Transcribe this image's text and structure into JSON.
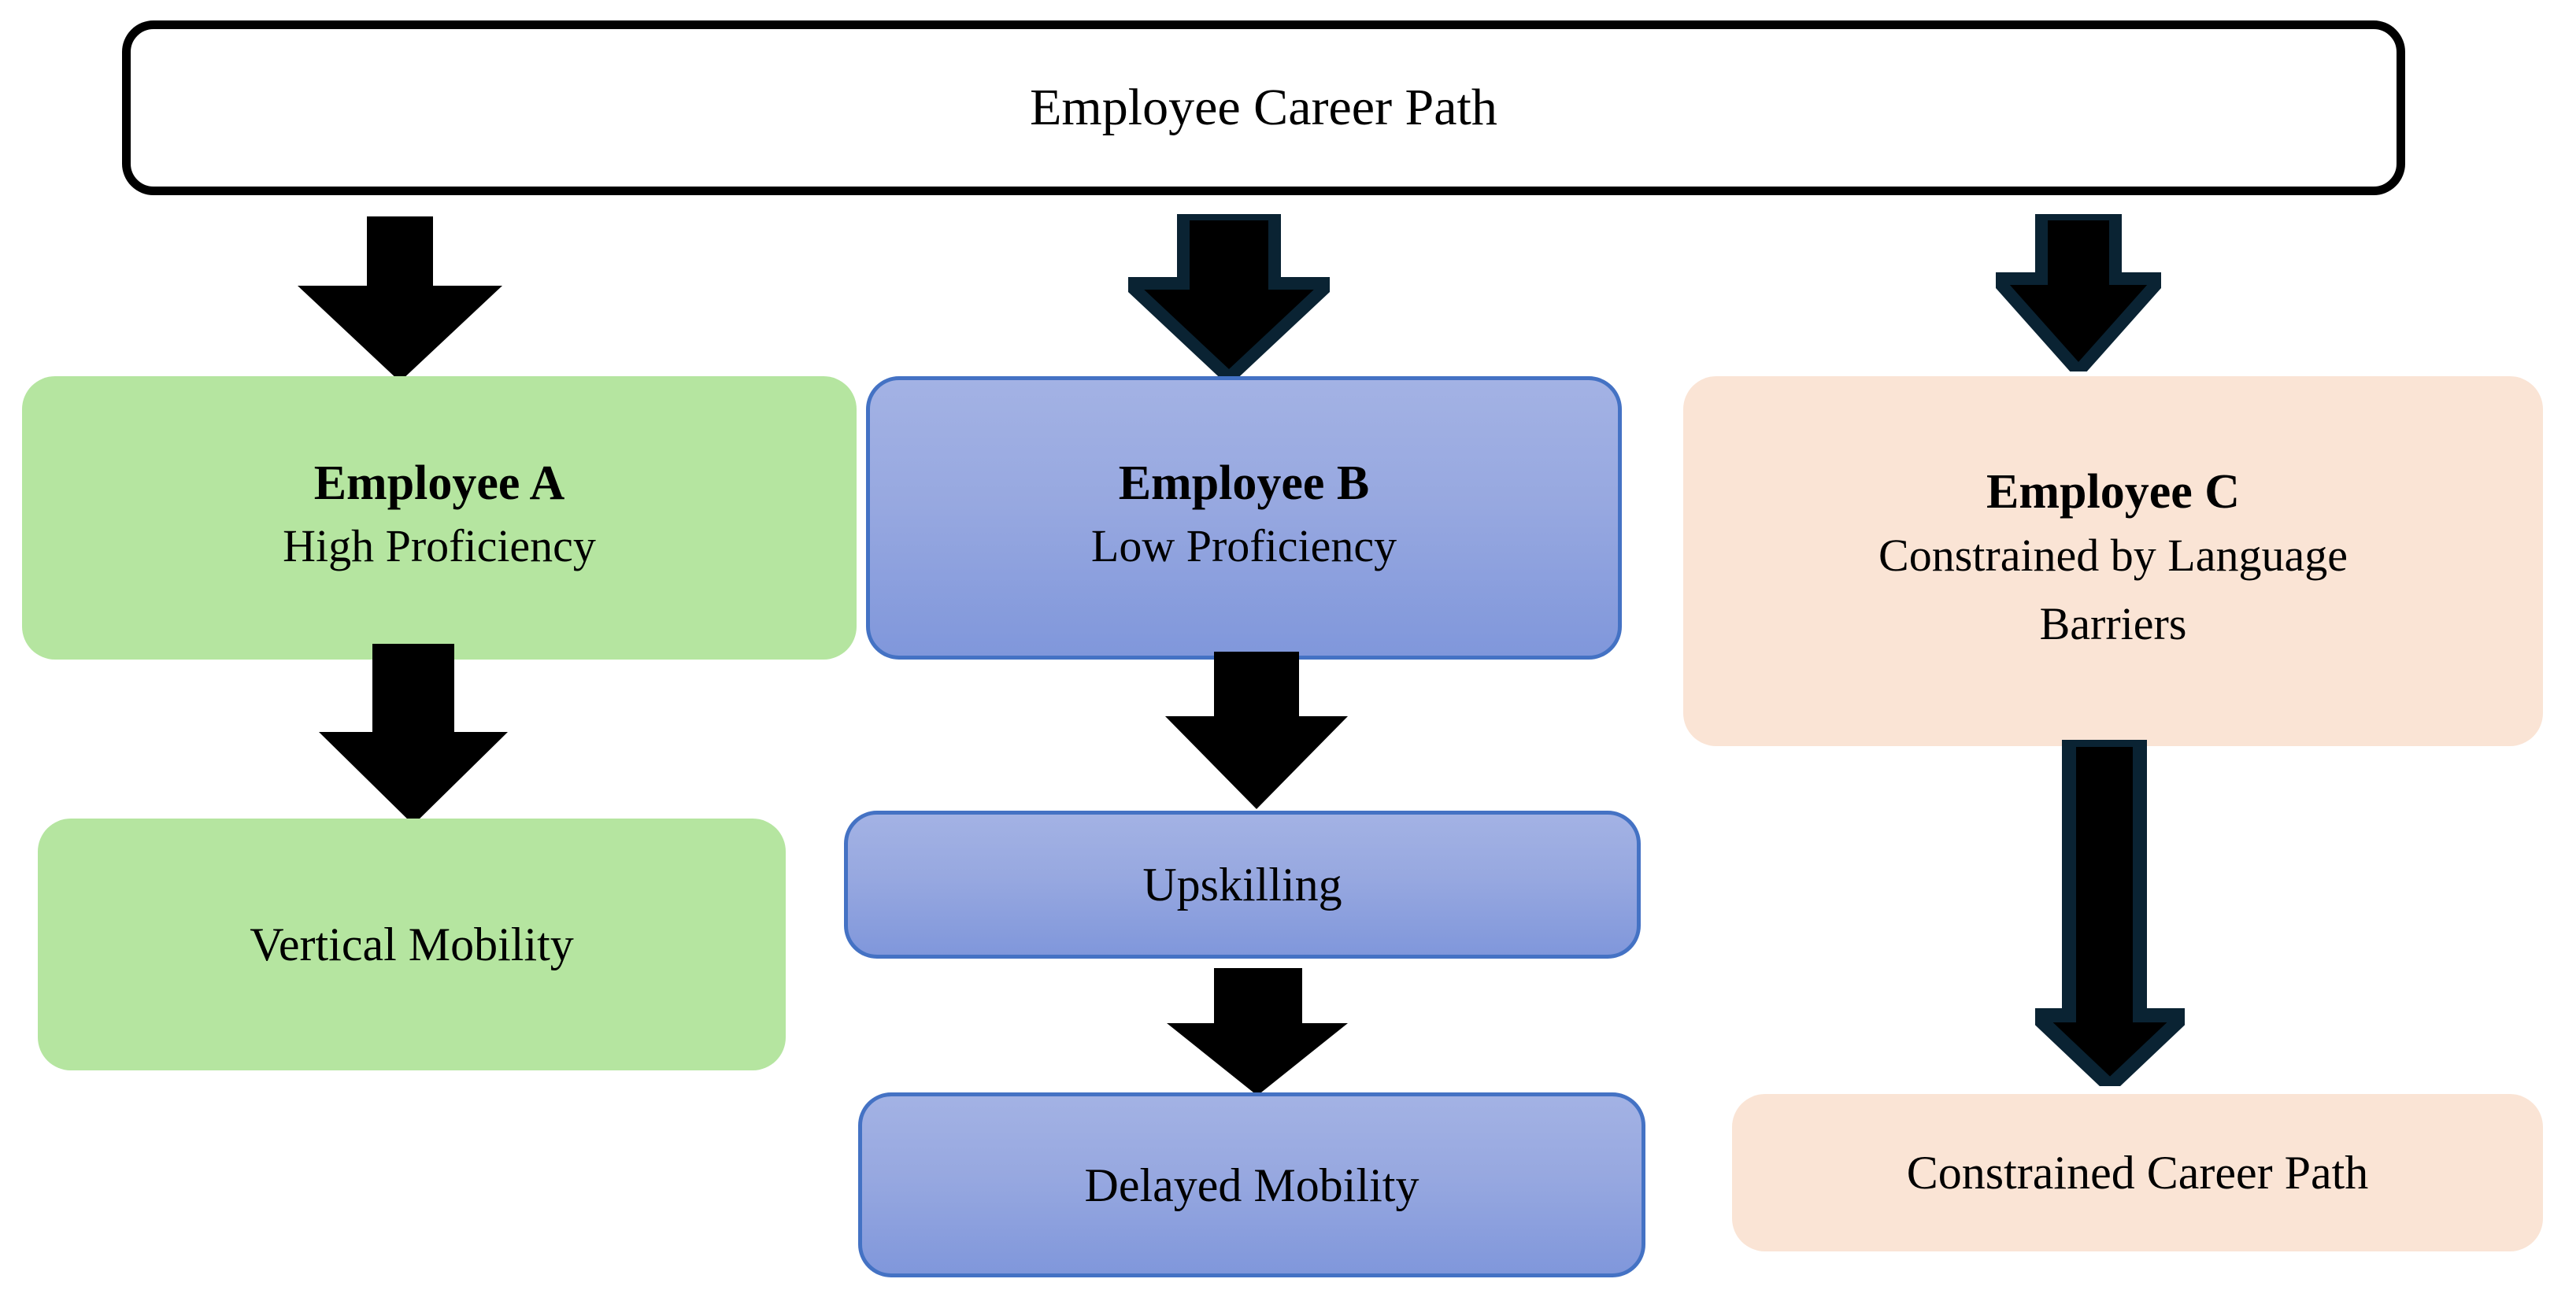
{
  "diagram": {
    "title": "Employee Career Path",
    "root": {
      "label": "Employee Career Path"
    },
    "branches": [
      {
        "id": "employee-a",
        "color_name": "green",
        "fill": "#B5E5A0",
        "title": "Employee A",
        "subtitle": "High Proficiency",
        "outcome": {
          "id": "vertical-mobility",
          "label": "Vertical Mobility",
          "fill": "#B5E5A0"
        }
      },
      {
        "id": "employee-b",
        "color_name": "blue",
        "fill": "#97A8E0",
        "border": "#4472C4",
        "title": "Employee B",
        "subtitle": "Low Proficiency",
        "intermediate": {
          "id": "upskilling",
          "label": "Upskilling",
          "fill": "#97A8E0"
        },
        "outcome": {
          "id": "delayed-mobility",
          "label": "Delayed Mobility",
          "fill": "#97A8E0"
        }
      },
      {
        "id": "employee-c",
        "color_name": "peach",
        "fill": "#FAE4D5",
        "title": "Employee C",
        "subtitle_line1": "Constrained by Language",
        "subtitle_line2": "Barriers",
        "outcome": {
          "id": "constrained-career-path",
          "label": "Constrained Career Path",
          "fill": "#FAE4D5"
        }
      }
    ],
    "arrows": [
      {
        "id": "root-to-a",
        "from": "Employee Career Path",
        "to": "Employee A",
        "style": "solid-black"
      },
      {
        "id": "root-to-b",
        "from": "Employee Career Path",
        "to": "Employee B",
        "style": "black-navy-outline"
      },
      {
        "id": "root-to-c",
        "from": "Employee Career Path",
        "to": "Employee C",
        "style": "black-navy-outline"
      },
      {
        "id": "a-to-vertical",
        "from": "Employee A",
        "to": "Vertical Mobility",
        "style": "solid-black"
      },
      {
        "id": "b-to-upskilling",
        "from": "Employee B",
        "to": "Upskilling",
        "style": "solid-black"
      },
      {
        "id": "upskilling-to-delayed",
        "from": "Upskilling",
        "to": "Delayed Mobility",
        "style": "solid-black"
      },
      {
        "id": "c-to-constrained",
        "from": "Employee C",
        "to": "Constrained Career Path",
        "style": "black-navy-outline"
      }
    ],
    "colors": {
      "arrow_black": "#000000",
      "arrow_outline_navy": "#0A2333",
      "root_border": "#000000",
      "background": "#FFFFFF"
    }
  }
}
